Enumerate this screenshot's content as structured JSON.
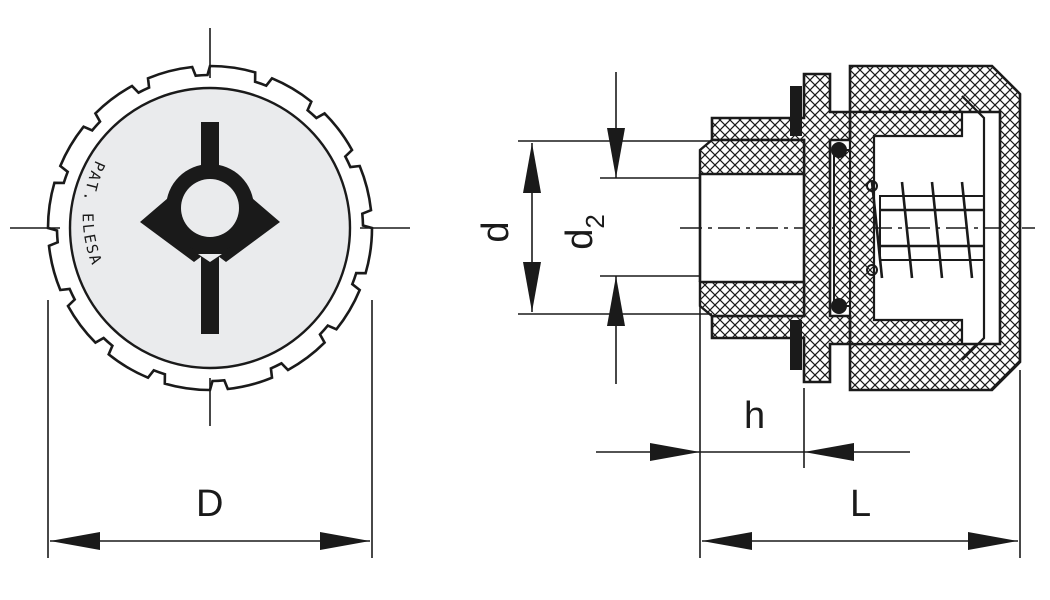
{
  "labels": {
    "D": "D",
    "d": "d",
    "d2_base": "d",
    "d2_sub": "2",
    "h": "h",
    "L": "L",
    "marking": "PAT. ELESA"
  },
  "colors": {
    "ink": "#1a1a1a",
    "face_fill": "#eaebed",
    "paper": "#ffffff"
  }
}
